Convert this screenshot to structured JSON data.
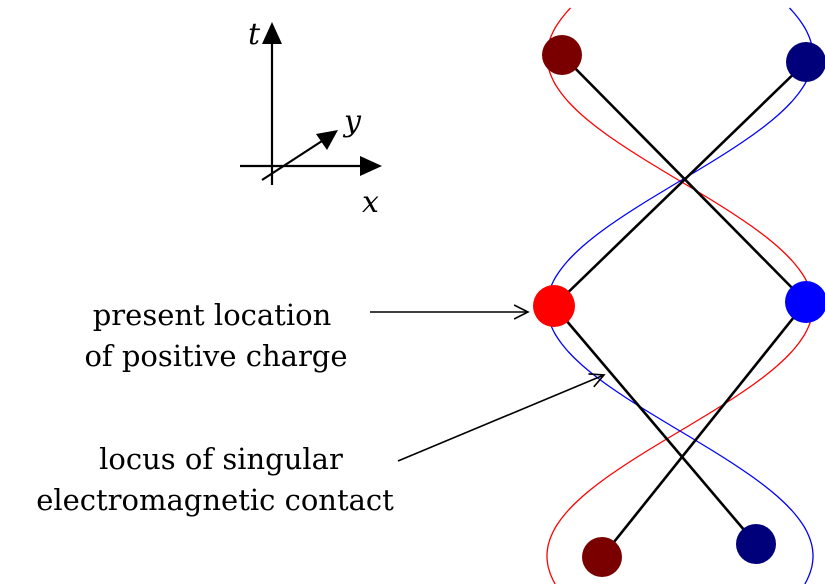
{
  "axes": {
    "t_label": "t",
    "x_label": "x",
    "y_label": "y"
  },
  "annotations": {
    "present_location_line1": "present location",
    "present_location_line2": "of positive charge",
    "locus_line1": "locus of singular",
    "locus_line2": "electromagnetic contact"
  },
  "colors": {
    "positive_wave": "#ff0000",
    "negative_wave": "#0000ff",
    "positive_charge_present": "#ff0000",
    "positive_charge_other": "#7a0000",
    "negative_charge_present": "#0000ff",
    "negative_charge_other": "#00007a",
    "contact_lines": "#000000",
    "arrows": "#000000"
  }
}
